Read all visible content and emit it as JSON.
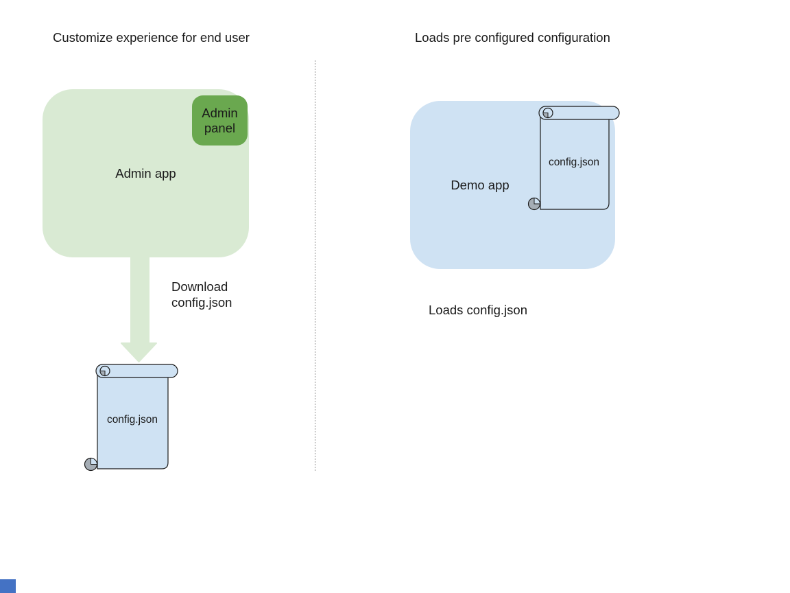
{
  "left": {
    "title": "Customize experience for end user",
    "app_label": "Admin app",
    "panel_label": "Admin\npanel",
    "arrow_label": "Download\nconfig.json",
    "file_label": "config.json"
  },
  "right": {
    "title": "Loads pre configured configuration",
    "app_label": "Demo app",
    "file_label": "config.json",
    "caption": "Loads config.json"
  },
  "colors": {
    "admin_app_fill": "#d9ead3",
    "admin_panel_fill": "#6aa84f",
    "arrow_fill": "#d9ead3",
    "demo_app_fill": "#cfe2f3",
    "scroll_fill": "#cfe2f3",
    "scroll_curl_gray": "#a5adb5",
    "divider_gray": "#8f8f8f",
    "corner_marker": "#4472c4"
  }
}
